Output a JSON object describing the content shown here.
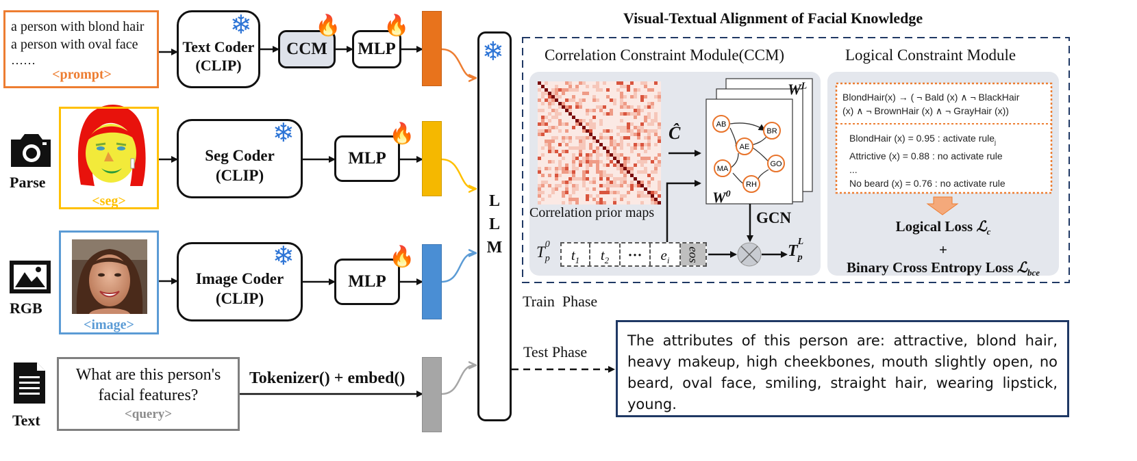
{
  "inputs": {
    "prompt": {
      "line1": "a person with blond hair",
      "line2": "a person with oval face",
      "line3": "……",
      "tag": "<prompt>"
    },
    "parse": {
      "label": "Parse",
      "tag": "<seg>"
    },
    "rgb": {
      "label": "RGB",
      "tag": "<image>"
    },
    "text": {
      "label": "Text",
      "query_line1": "What are this person's",
      "query_line2": "facial features?",
      "tag": "<query>"
    }
  },
  "encoders": {
    "text_coder": {
      "line1": "Text Coder",
      "line2": "(CLIP)"
    },
    "seg_coder": {
      "line1": "Seg Coder",
      "line2": "(CLIP)"
    },
    "image_coder": {
      "line1": "Image Coder",
      "line2": "(CLIP)"
    },
    "ccm": "CCM",
    "mlp": "MLP",
    "tokenizer": "Tokenizer() + embed()"
  },
  "llm": {
    "letters": [
      "L",
      "L",
      "M"
    ]
  },
  "alignment": {
    "title": "Visual-Textual Alignment of Facial Knowledge",
    "ccm_title": "Correlation Constraint Module(CCM)",
    "logic_title": "Logical Constraint Module",
    "prior_caption": "Correlation prior maps",
    "c_hat": "Ĉ",
    "w_top": "W",
    "w_top_sup": "L",
    "w_bottom": "W",
    "w_bottom_sup": "0",
    "gcn": "GCN",
    "graph_nodes": [
      "AB",
      "BR",
      "AE",
      "GO",
      "MA",
      "RH"
    ],
    "tokens": {
      "tp0_base": "T",
      "tp0_sub": "p",
      "tp0_sup": "0",
      "t1": "t",
      "t1_sub": "1",
      "t2": "t",
      "t2_sub": "2",
      "dots": "···",
      "ei": "e",
      "ei_sub": "i",
      "eos": "eos"
    },
    "tpl": {
      "base": "T",
      "sub": "p",
      "sup": "L"
    },
    "rule_line1": "BlondHair(x) → ( ¬ Bald (x) ∧ ¬ BlackHair",
    "rule_line2": "(x) ∧ ¬ BrownHair (x) ∧ ¬ GrayHair (x))",
    "eval_lines": [
      "BlondHair (x) = 0.95 : activate rule",
      "Attrictive (x) = 0.88 : no activate rule",
      "...",
      "No beard (x) = 0.76 : no activate rule"
    ],
    "eval_sub": "j",
    "logical_loss": "Logical Loss ",
    "logical_loss_sym": "ℒ",
    "logical_loss_sub": "c",
    "plus": "+",
    "bce_loss": "Binary Cross Entropy Loss ",
    "bce_sym": "ℒ",
    "bce_sub": "bce"
  },
  "phases": {
    "train": "Train  Phase",
    "test": "Test Phase"
  },
  "output_text": "The attributes of this person are: attractive, blond hair, heavy makeup, high cheekbones, mouth slightly open, no beard, oval face, smiling, straight hair, wearing lipstick, young.",
  "colors": {
    "orange": "#ED7D31",
    "orange_bar": "#E8731C",
    "yellow": "#FFC000",
    "yellow_bar": "#F5B800",
    "blue": "#5B9BD5",
    "blue_bar": "#4A8ED4",
    "gray": "#7F7F7F",
    "gray_bar": "#A6A6A6",
    "navy": "#1F3864",
    "module_bg": "#E4E7ED",
    "ccm_fill": "#DEE2EA",
    "node": "#E8732A"
  }
}
